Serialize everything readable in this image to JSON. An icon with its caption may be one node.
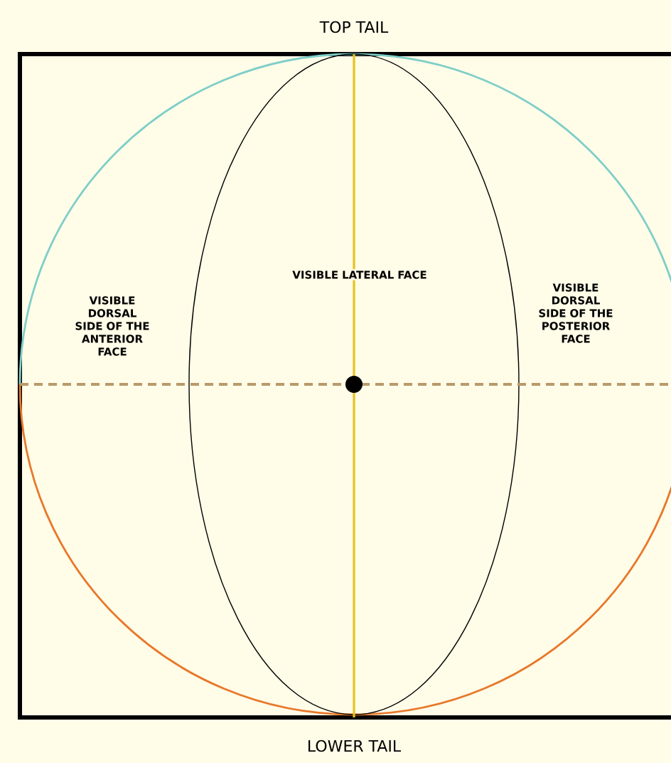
{
  "diagram": {
    "labels": [
      "TOP TAIL",
      "VISIBLE LATERAL FACE",
      "VISIBLE DORSAL SIDE OF THE ANTERIOR FACE",
      "VISIBLE DORSAL SIDE OF THE POSTERIOR FACE",
      "LOWER TAIL"
    ]
  }
}
